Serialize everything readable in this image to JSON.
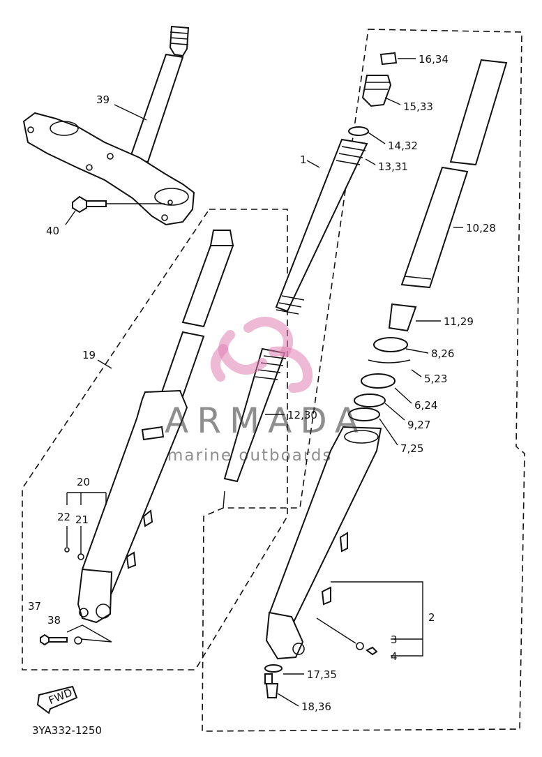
{
  "diagram_code": "3YA332-1250",
  "fwd_label": "FWD",
  "watermark": {
    "brand": "ARMADA",
    "tagline": "marine outboards",
    "logo_color": "#e07fb0"
  },
  "callouts": [
    {
      "id": "c39",
      "text": "39"
    },
    {
      "id": "c40",
      "text": "40"
    },
    {
      "id": "c19",
      "text": "19"
    },
    {
      "id": "c20",
      "text": "20"
    },
    {
      "id": "c21",
      "text": "21"
    },
    {
      "id": "c22",
      "text": "22"
    },
    {
      "id": "c37",
      "text": "37"
    },
    {
      "id": "c38",
      "text": "38"
    },
    {
      "id": "c1",
      "text": "1"
    },
    {
      "id": "c16",
      "text": "16,34"
    },
    {
      "id": "c15",
      "text": "15,33"
    },
    {
      "id": "c14",
      "text": "14,32"
    },
    {
      "id": "c13",
      "text": "13,31"
    },
    {
      "id": "c10",
      "text": "10,28"
    },
    {
      "id": "c11",
      "text": "11,29"
    },
    {
      "id": "c8",
      "text": "8,26"
    },
    {
      "id": "c5",
      "text": "5,23"
    },
    {
      "id": "c6",
      "text": "6,24"
    },
    {
      "id": "c9",
      "text": "9,27"
    },
    {
      "id": "c7",
      "text": "7,25"
    },
    {
      "id": "c12",
      "text": "12,30"
    },
    {
      "id": "c2",
      "text": "2"
    },
    {
      "id": "c3",
      "text": "3"
    },
    {
      "id": "c4",
      "text": "4"
    },
    {
      "id": "c17",
      "text": "17,35"
    },
    {
      "id": "c18",
      "text": "18,36"
    }
  ]
}
